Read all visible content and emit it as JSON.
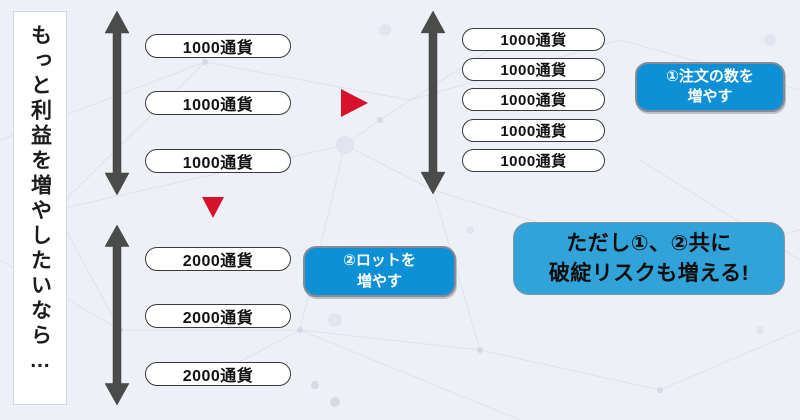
{
  "colors": {
    "background": "#edf0f7",
    "badge_blue": "#0e90d6",
    "warning_blue": "#31a3d8",
    "accent_red": "#d8102c",
    "arrow_gray": "#4b4b4b",
    "pill_border": "#3a3a3a"
  },
  "left_panel": {
    "text": "もっと利益を増やしたいなら…"
  },
  "groups": {
    "base": {
      "pills": [
        "1000通貨",
        "1000通貨",
        "1000通貨"
      ]
    },
    "more_orders": {
      "pills": [
        "1000通貨",
        "1000通貨",
        "1000通貨",
        "1000通貨",
        "1000通貨"
      ]
    },
    "bigger_lots": {
      "pills": [
        "2000通貨",
        "2000通貨",
        "2000通貨"
      ]
    }
  },
  "badges": {
    "increase_orders": {
      "line1": "①注文の数を",
      "line2": "増やす"
    },
    "increase_lots": {
      "line1": "②ロットを",
      "line2": "増やす"
    }
  },
  "warning": {
    "line1": "ただし①、②共に",
    "line2": "破綻リスクも増える!"
  }
}
